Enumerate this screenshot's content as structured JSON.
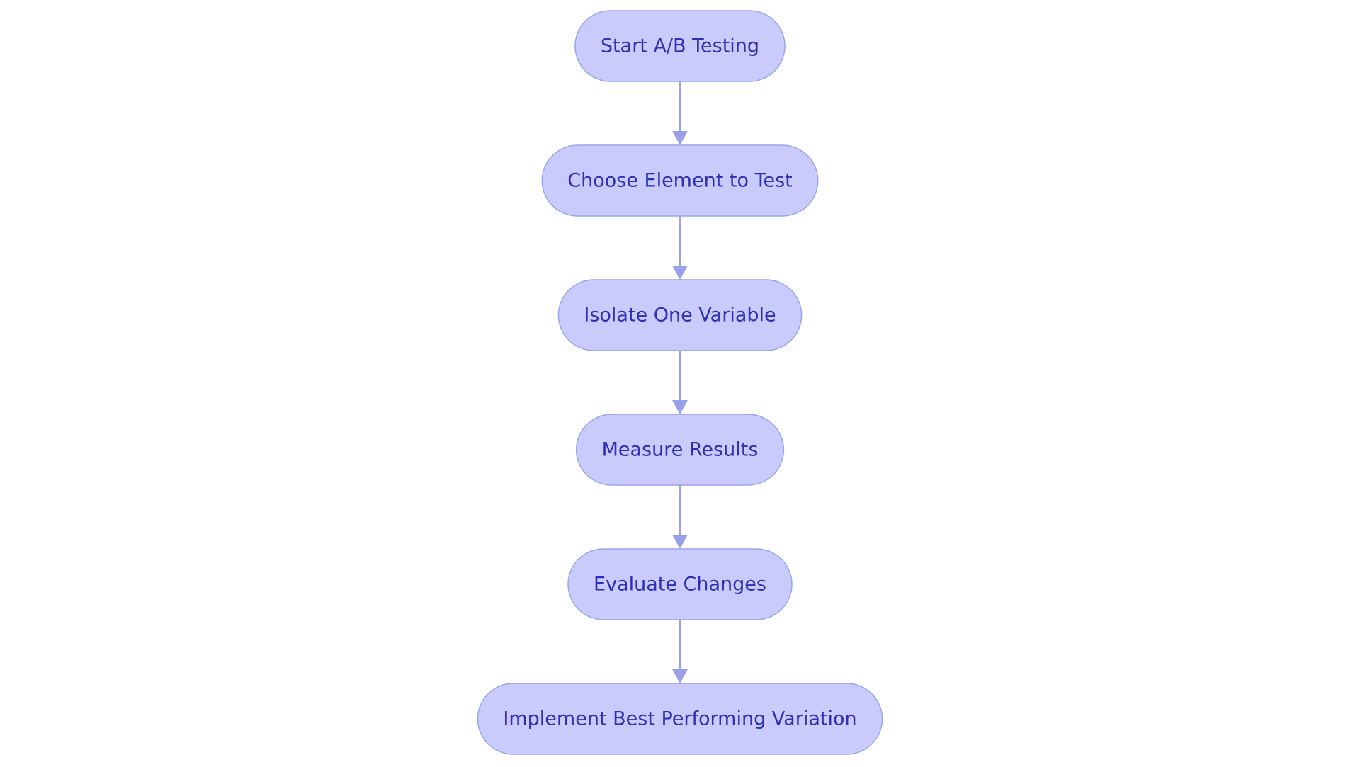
{
  "diagram": {
    "type": "flowchart",
    "direction": "top-to-bottom",
    "colors": {
      "background": "#ffffff",
      "node_fill": "#c8cbfc",
      "node_border": "#9ba3ec",
      "node_text": "#2f2fb8",
      "edge": "#9aa0ea"
    },
    "nodes": [
      {
        "id": "start",
        "label": "Start A/B Testing"
      },
      {
        "id": "choose",
        "label": "Choose Element to Test"
      },
      {
        "id": "isolate",
        "label": "Isolate One Variable"
      },
      {
        "id": "measure",
        "label": "Measure Results"
      },
      {
        "id": "evaluate",
        "label": "Evaluate Changes"
      },
      {
        "id": "implement",
        "label": "Implement Best Performing Variation"
      }
    ],
    "edges": [
      {
        "from": "start",
        "to": "choose"
      },
      {
        "from": "choose",
        "to": "isolate"
      },
      {
        "from": "isolate",
        "to": "measure"
      },
      {
        "from": "measure",
        "to": "evaluate"
      },
      {
        "from": "evaluate",
        "to": "implement"
      }
    ]
  }
}
